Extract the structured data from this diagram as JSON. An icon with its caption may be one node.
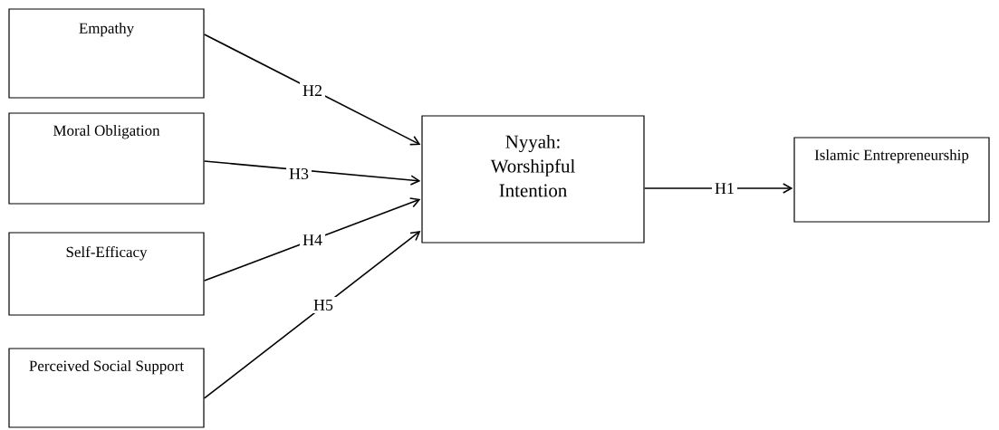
{
  "diagram": {
    "nodes": [
      {
        "text": [
          "Empathy"
        ]
      },
      {
        "text": [
          "Moral Obligation"
        ]
      },
      {
        "text": [
          "Self-Efficacy"
        ]
      },
      {
        "text": [
          "Perceived Social Support"
        ]
      },
      {
        "text": [
          "Nyyah: Worshipful Intention"
        ]
      },
      {
        "text": [
          "Islamic Entrepreneurship"
        ]
      }
    ],
    "edges": [
      {
        "from": 0,
        "to": 4,
        "arrow": "to",
        "label": "H2"
      },
      {
        "from": 1,
        "to": 4,
        "arrow": "to",
        "label": "H3"
      },
      {
        "from": 2,
        "to": 4,
        "arrow": "to",
        "label": "H4"
      },
      {
        "from": 3,
        "to": 4,
        "arrow": "to",
        "label": "H5"
      },
      {
        "from": 4,
        "to": 5,
        "arrow": "to",
        "label": "H1"
      }
    ]
  }
}
